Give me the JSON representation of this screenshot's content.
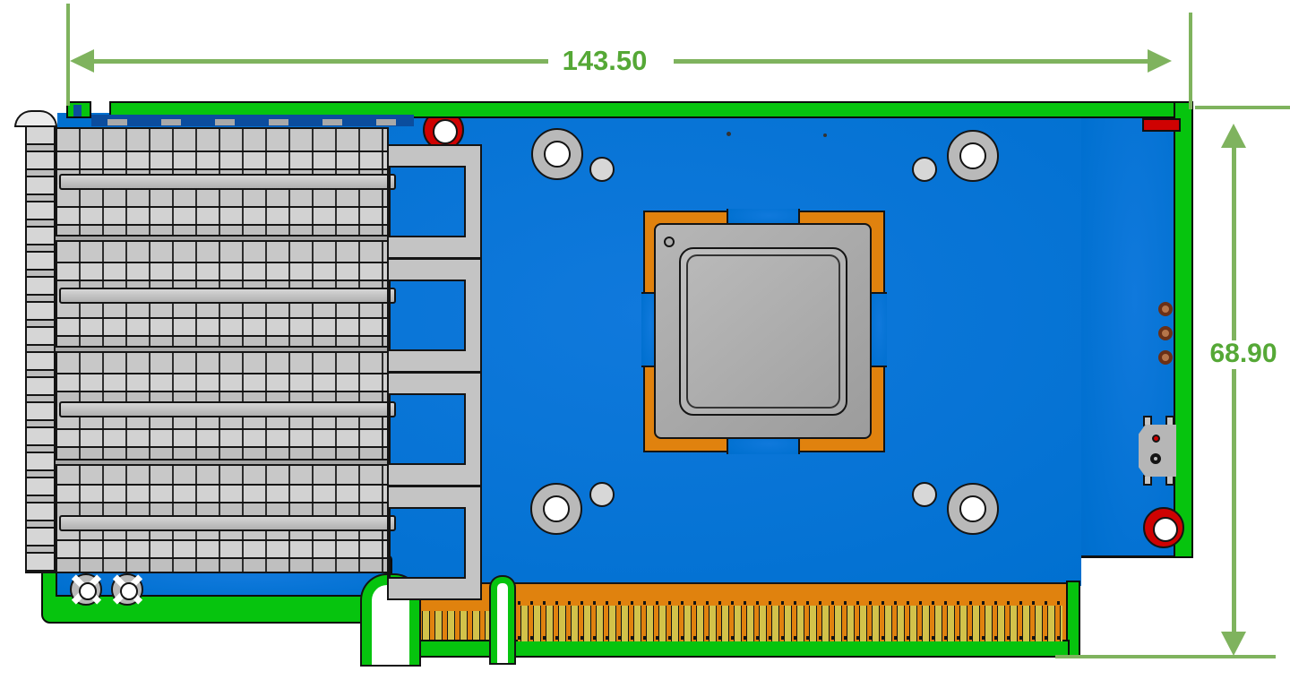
{
  "drawing": {
    "type": "mechanical-dimension-drawing",
    "subject": "Quad-port SFP network adapter PCB, top view",
    "width_dimension": {
      "label": "143.50"
    },
    "height_dimension": {
      "label": "68.90"
    },
    "colors": {
      "dimension_line_green": "#7fb35e",
      "dimension_text_green": "#55a836",
      "board_edge_green": "#06c40e",
      "pcb_blue": "#0070d0",
      "pad_orange": "#e0820e",
      "gold_finger_yellow": "#d2c24a",
      "cage_gray": "#c5c5c5",
      "chip_gray": "#a8a8a8",
      "plated_hole_red": "#cf0202",
      "test_point_brown": "#6b3016",
      "outline_black": "#141414",
      "hole_white": "#ffffff"
    },
    "components": {
      "sfp_cage_ports": 4,
      "latch_loops": 4,
      "mounting_holes": 4,
      "standoff_holes": 4,
      "red_plated_holes": 2,
      "bracket_screw_holes": 2,
      "test_points": 3,
      "edge_connector_key_notches": 2,
      "central_asic": 1,
      "power_connector_pins": 2
    }
  }
}
